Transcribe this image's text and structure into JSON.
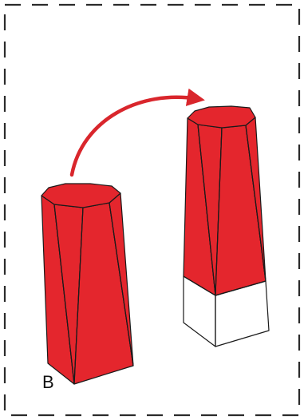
{
  "figure": {
    "label": "B",
    "colors": {
      "prism_fill": "#e4262d",
      "prism_stroke": "#1a1a1a",
      "white_section": "#ffffff",
      "arrow": "#d9262c",
      "frame": "#2b2b2b",
      "background": "#ffffff"
    },
    "elements": [
      "dashed-frame",
      "tilted-red-prism",
      "curved-arrow",
      "upright-prism-red-top",
      "upright-prism-white-base"
    ]
  }
}
